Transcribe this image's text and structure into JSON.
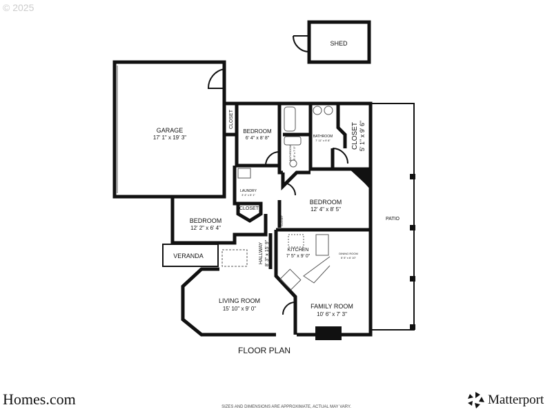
{
  "copyright": "© 2025",
  "title": "FLOOR PLAN",
  "rooms": [
    {
      "name": "SHED",
      "dims": ""
    },
    {
      "name": "GARAGE",
      "dims": "17' 1\" x 19' 3\""
    },
    {
      "name": "CLOSET",
      "dims": ""
    },
    {
      "name": "BEDROOM",
      "dims": "6' 4\" x 8' 8\""
    },
    {
      "name": "BATHROOM",
      "dims": "7' 11\" x 9' 8\""
    },
    {
      "name": "BATHROOM",
      "dims": "5' 8\" x 7' 0\""
    },
    {
      "name": "CLOSET",
      "dims": "5' 1\" x 9' 6\""
    },
    {
      "name": "LAUNDRY",
      "dims": "3' 4\" x 5' 1\""
    },
    {
      "name": "CLOSET",
      "dims": ""
    },
    {
      "name": "BEDROOM",
      "dims": "12' 2\" x 6' 4\""
    },
    {
      "name": "BEDROOM",
      "dims": "12' 4\" x 8' 5\""
    },
    {
      "name": "CLOSET",
      "dims": ""
    },
    {
      "name": "PATIO",
      "dims": ""
    },
    {
      "name": "VERANDA",
      "dims": ""
    },
    {
      "name": "HALLWAY",
      "dims": "8' 3\" x 15' 9\""
    },
    {
      "name": "KITCHEN",
      "dims": "7' 5\" x 9' 0\""
    },
    {
      "name": "DINING ROOM",
      "dims": "5' 5\" x 6' 10\""
    },
    {
      "name": "LIVING ROOM",
      "dims": "15' 10\" x 9' 0\""
    },
    {
      "name": "FAMILY ROOM",
      "dims": "10' 6\" x 7' 3\""
    }
  ],
  "footer": {
    "brand": "Homes.com",
    "disclaimer": "SIZES AND DIMENSIONS ARE APPROXIMATE, ACTUAL MAY VARY.",
    "partner": "Matterport"
  }
}
